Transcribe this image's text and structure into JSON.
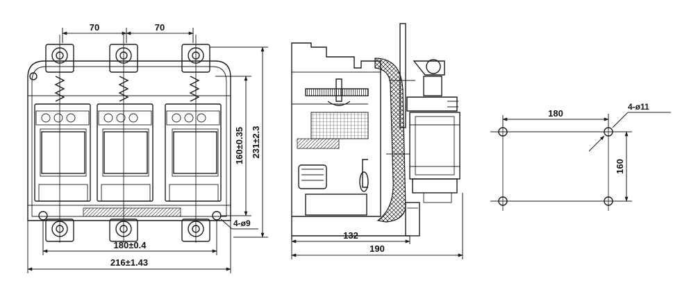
{
  "front_view": {
    "pole_pitch_left": "70",
    "pole_pitch_right": "70",
    "mount_spacing": "180±0.4",
    "overall_width": "216±1.43",
    "mount_height": "160±0.35",
    "overall_height": "231±2.3",
    "mount_holes": "4-ø9"
  },
  "side_view": {
    "depth_inner": "132",
    "depth_overall": "190"
  },
  "hole_pattern": {
    "horizontal_spacing": "180",
    "vertical_spacing": "160",
    "hole_callout": "4-ø11"
  }
}
